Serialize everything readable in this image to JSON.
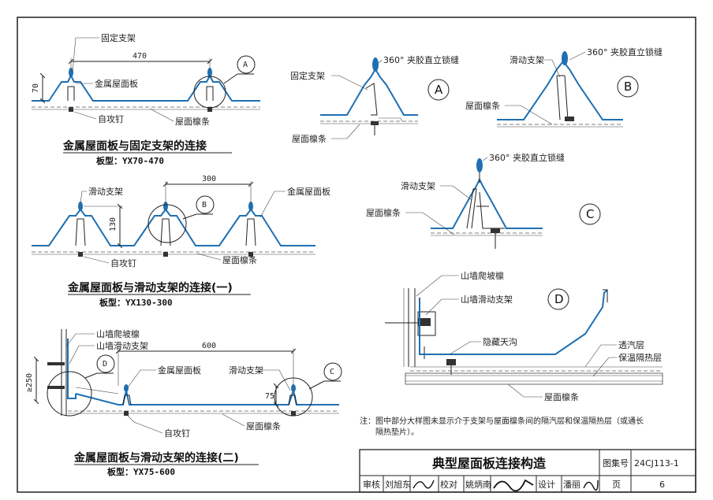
{
  "left": {
    "d1": {
      "fixed_bracket": "固定支架",
      "dim_width": "470",
      "panel": "金属屋面板",
      "dim_height": "70",
      "screw": "自攻钉",
      "purlin": "屋面檩条",
      "callout": "A",
      "caption": "金属屋面板与固定支架的连接",
      "board": "板型：YX70-470"
    },
    "d2": {
      "sliding": "滑动支架",
      "dim_width": "300",
      "panel": "金属屋面板",
      "dim_height": "130",
      "callout": "B",
      "screw": "自攻钉",
      "purlin": "屋面檩条",
      "caption": "金属屋面板与滑动支架的连接(一)",
      "board": "板型：YX130-300"
    },
    "d3": {
      "gable_purlin": "山墙爬坡檩",
      "gable_sliding": "山墙滑动支架",
      "dim_width": "600",
      "dim_h250": "≥250",
      "callout_d": "D",
      "panel": "金属屋面板",
      "sliding": "滑动支架",
      "dim_75": "75",
      "callout_c": "C",
      "screw": "自攻钉",
      "purlin": "屋面檩条",
      "caption": "金属屋面板与滑动支架的连接(二)",
      "board": "板型：YX75-600"
    }
  },
  "right": {
    "A": {
      "seam": "360° 夹胶直立锁缝",
      "fixed": "固定支架",
      "purlin": "屋面檩条",
      "mark": "A"
    },
    "B": {
      "sliding": "滑动支架",
      "seam": "360° 夹胶直立锁缝",
      "purlin": "屋面檩条",
      "mark": "B"
    },
    "C": {
      "seam": "360° 夹胶直立锁缝",
      "sliding": "滑动支架",
      "purlin": "屋面檩条",
      "mark": "C"
    },
    "D": {
      "gable_purlin": "山墙爬坡檩",
      "gable_sliding": "山墙滑动支架",
      "mark": "D",
      "gutter": "隐藏天沟",
      "vapor": "透汽层",
      "insul": "保温隔热层",
      "purlin": "屋面檩条"
    }
  },
  "note": {
    "line1": "注：图中部分大样图未显示介于支架与屋面檩条间的隔汽层和保温隔热层（或通长",
    "line2": "隔热垫片）。"
  },
  "title_block": {
    "title": "典型屋面板连接构造",
    "atlas_label": "图集号",
    "atlas_no": "24CJ113-1",
    "review_label": "审核",
    "reviewer": "刘旭东",
    "check_label": "校对",
    "checker": "姚炳南",
    "design_label": "设计",
    "designer": "潘丽",
    "page_label": "页",
    "page_no": "6"
  }
}
